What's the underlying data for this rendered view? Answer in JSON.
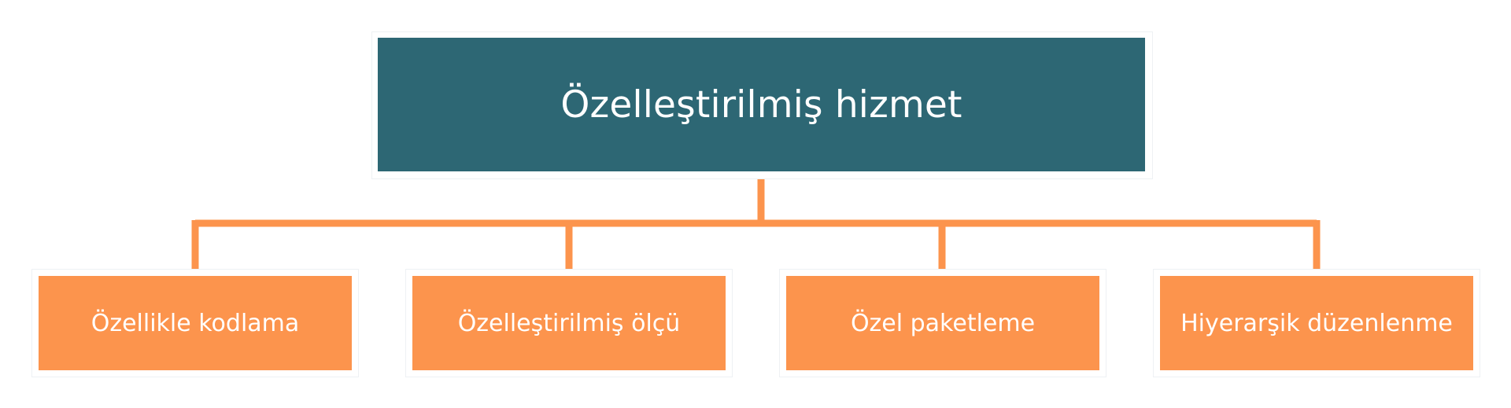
{
  "diagram": {
    "root": {
      "label": "Özelleştirilmiş hizmet",
      "color": "#2d6774"
    },
    "children": [
      {
        "label": "Özellikle kodlama",
        "color": "#fc944d"
      },
      {
        "label": "Özelleştirilmiş ölçü",
        "color": "#fc944d"
      },
      {
        "label": "Özel paketleme",
        "color": "#fc944d"
      },
      {
        "label": "Hiyerarşik düzenlenme",
        "color": "#fc944d"
      }
    ],
    "connector_color": "#fc944d"
  }
}
